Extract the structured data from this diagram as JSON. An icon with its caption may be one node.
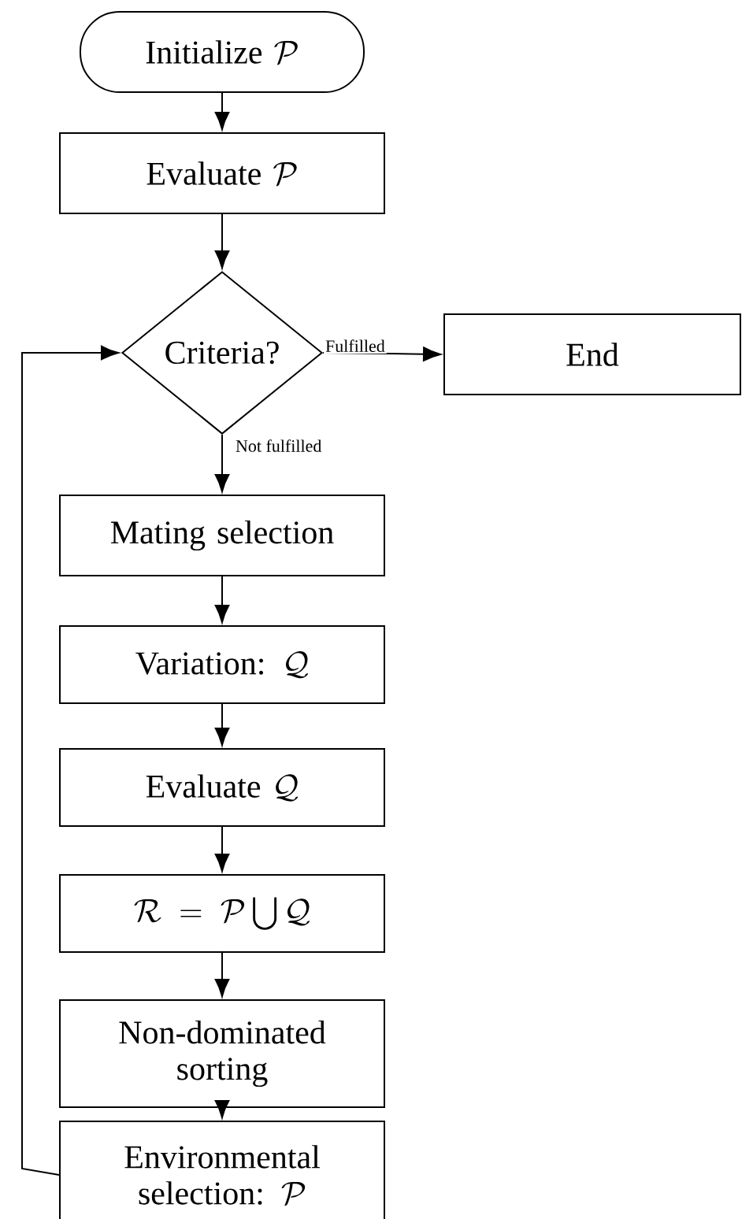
{
  "diagram": {
    "nodes": [
      {
        "text": [
          "\\text{Initialize }\\mathcal{P}"
        ]
      },
      {
        "text": [
          "\\text{Evaluate }\\mathcal{P}"
        ]
      },
      {
        "text": [
          "Criteria?"
        ]
      },
      {
        "text": [
          "End"
        ]
      },
      {
        "text": [
          "Mating selection"
        ]
      },
      {
        "text": [
          "\\text{Variation: }\\mathcal{Q}"
        ]
      },
      {
        "text": [
          "\\text{Evaluate }\\mathcal{Q}"
        ]
      },
      {
        "text": [
          "\\mathcal{R} = \\mathcal{P} \\bigcup \\mathcal{Q}"
        ]
      },
      {
        "text": [
          "Non-dominated sorting"
        ]
      },
      {
        "text": [
          "\\text{Environmental}\\allowbreak\\ \\text{selection: }\\mathcal{P}"
        ]
      }
    ],
    "edges": [
      {
        "from": 0,
        "to": 1,
        "arrow": "to"
      },
      {
        "from": 1,
        "to": 2,
        "arrow": "to"
      },
      {
        "from": 2,
        "to": 3,
        "arrow": "to",
        "label": "Fulfilled"
      },
      {
        "from": 2,
        "to": 4,
        "arrow": "to",
        "label": "Not fulfilled"
      },
      {
        "from": 4,
        "to": 5,
        "arrow": "to"
      },
      {
        "from": 5,
        "to": 6,
        "arrow": "to"
      },
      {
        "from": 6,
        "to": 7,
        "arrow": "to"
      },
      {
        "from": 7,
        "to": 8,
        "arrow": "to"
      },
      {
        "from": 8,
        "to": 9,
        "arrow": "to"
      },
      {
        "from": 9,
        "to": 2,
        "arrow": "to"
      }
    ]
  }
}
